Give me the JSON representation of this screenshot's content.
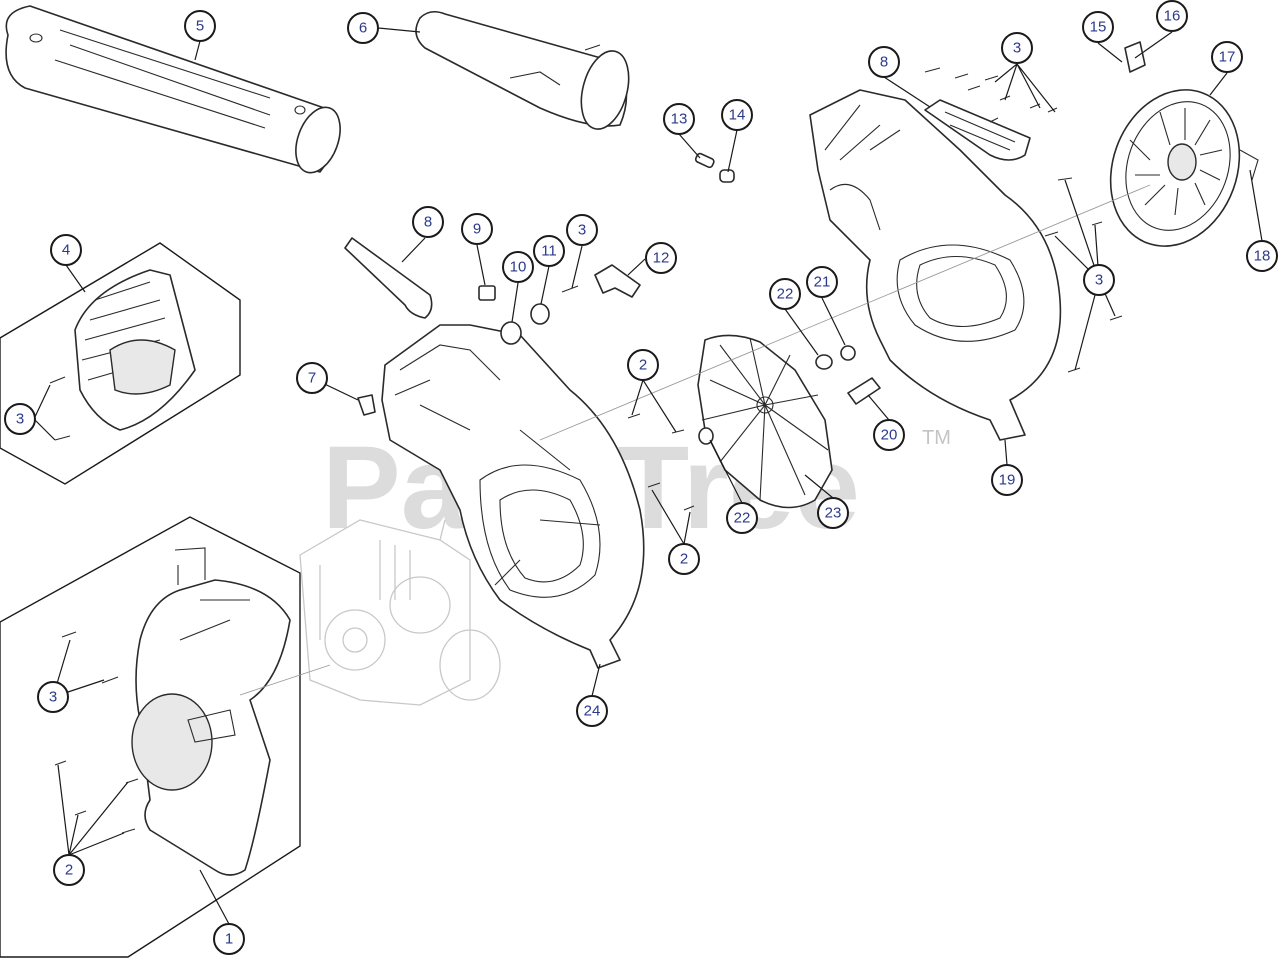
{
  "watermark": {
    "brand": "PartsTree",
    "trademark": "TM"
  },
  "callouts": [
    {
      "label": "5"
    },
    {
      "label": "6"
    },
    {
      "label": "13"
    },
    {
      "label": "14"
    },
    {
      "label": "8"
    },
    {
      "label": "3"
    },
    {
      "label": "15"
    },
    {
      "label": "16"
    },
    {
      "label": "17"
    },
    {
      "label": "4"
    },
    {
      "label": "8"
    },
    {
      "label": "9"
    },
    {
      "label": "10"
    },
    {
      "label": "11"
    },
    {
      "label": "3"
    },
    {
      "label": "12"
    },
    {
      "label": "22"
    },
    {
      "label": "21"
    },
    {
      "label": "3"
    },
    {
      "label": "18"
    },
    {
      "label": "7"
    },
    {
      "label": "2"
    },
    {
      "label": "3"
    },
    {
      "label": "20"
    },
    {
      "label": "19"
    },
    {
      "label": "22"
    },
    {
      "label": "23"
    },
    {
      "label": "2"
    },
    {
      "label": "3"
    },
    {
      "label": "24"
    },
    {
      "label": "2"
    },
    {
      "label": "1"
    }
  ]
}
